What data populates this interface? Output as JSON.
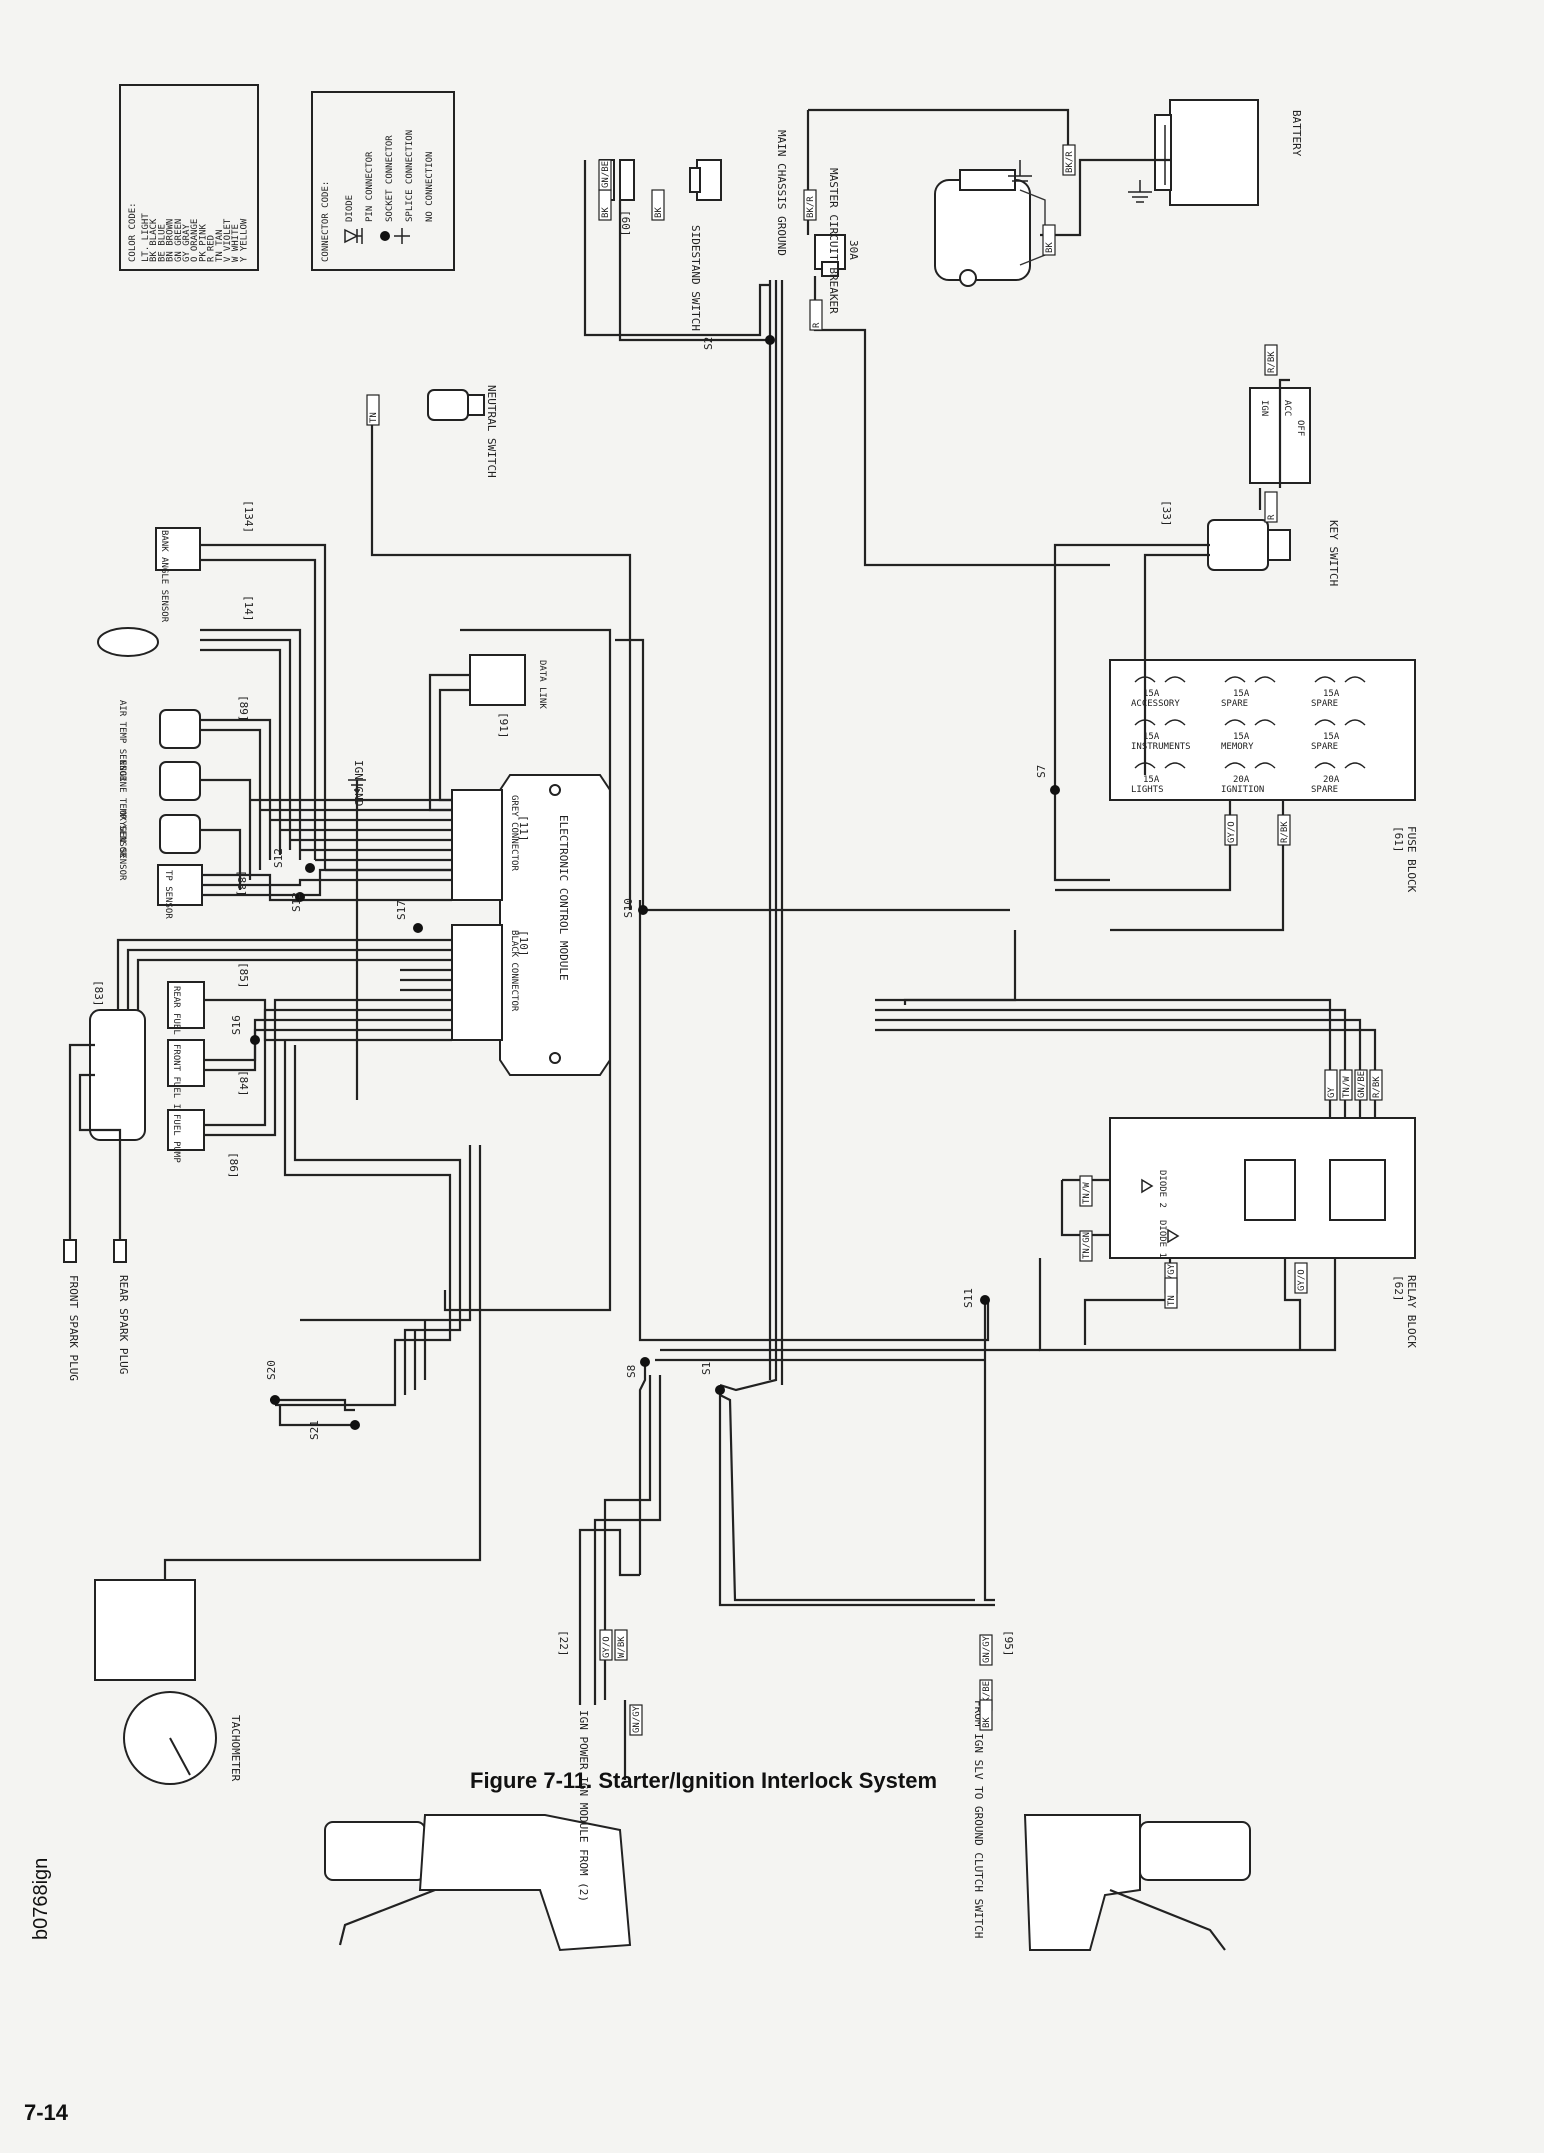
{
  "caption": "Figure 7-11. Starter/Ignition Interlock System",
  "page_number": "7-14",
  "file_id": "b0768ign",
  "color_code": {
    "title": "COLOR CODE:",
    "entries": [
      "LT. LIGHT",
      "BK BLACK",
      "BE BLUE",
      "BN BROWN",
      "GN GREEN",
      "GY GRAY",
      "O ORANGE",
      "PK PINK",
      "R RED",
      "TN TAN",
      "V VIOLET",
      "W WHITE",
      "Y YELLOW"
    ]
  },
  "connector_code": {
    "title": "CONNECTOR CODE:",
    "entries": [
      "DIODE",
      "PIN CONNECTOR",
      "SOCKET CONNECTOR",
      "SPLICE CONNECTION",
      "NO CONNECTION"
    ]
  },
  "components": {
    "battery": "BATTERY",
    "master_breaker": "MASTER CIRCUIT BREAKER",
    "breaker_rating": "30A",
    "sidestand": "SIDESTAND SWITCH",
    "sidestand_ref": "[60]",
    "main_ground": "MAIN CHASSIS GROUND",
    "neutral": "NEUTRAL SWITCH",
    "key_switch": "KEY SWITCH",
    "key_switch_ref": "[33]",
    "key_ign": "IGN",
    "key_acc": "ACC",
    "key_off": "OFF",
    "fuse_block": "FUSE BLOCK",
    "fuse_block_ref": "[61]",
    "relay_block": "RELAY BLOCK",
    "relay_block_ref": "[62]",
    "diode1": "DIODE 1",
    "diode2": "DIODE 2",
    "ecm": "ELECTRONIC CONTROL MODULE",
    "ecm_ref": "[11]",
    "grey_connector": "GREY CONNECTOR",
    "black_connector": "BLACK CONNECTOR",
    "black_connector_ref": "[10]",
    "data_link": "DATA LINK",
    "data_link_ref": "[91]",
    "ign_gnd": "IGN GND",
    "bank_angle": "BANK ANGLE SENSOR",
    "bank_angle_ref": "[134]",
    "map_sensor_ref": "[14]",
    "air_temp": "AIR TEMP SENSOR",
    "air_temp_ref": "[89]",
    "engine_temp": "ENGINE TEMP SENSOR",
    "oxygen": "OXYGEN SENSOR",
    "tp_sensor": "TP SENSOR",
    "tp_sensor_ref": "[88]",
    "ign_coil_ref": "[83]",
    "rear_injector": "REAR FUEL INJ",
    "rear_injector_ref": "[85]",
    "front_injector": "FRONT FUEL INJ",
    "front_injector_ref": "[84]",
    "fuel_pump": "FUEL PUMP",
    "fuel_pump_ref": "[86]",
    "front_plug": "FRONT SPARK PLUG",
    "rear_plug": "REAR SPARK PLUG",
    "tachometer": "TACHOMETER",
    "ign_module": "IGN POWER IGN MODULE FROM (2)",
    "ign_module_ref": "[22]",
    "clutch_switch": "FROM IGN SLV TO GROUND CLUTCH SWITCH",
    "clutch_ref": "[95]"
  },
  "fuses": [
    {
      "name": "ACCESSORY",
      "rating": "15A"
    },
    {
      "name": "SPARE",
      "rating": "15A"
    },
    {
      "name": "SPARE",
      "rating": "15A"
    },
    {
      "name": "INSTRUMENTS",
      "rating": "15A"
    },
    {
      "name": "MEMORY",
      "rating": "15A"
    },
    {
      "name": "SPARE",
      "rating": "15A"
    },
    {
      "name": "LIGHTS",
      "rating": "15A"
    },
    {
      "name": "IGNITION",
      "rating": "20A"
    },
    {
      "name": "SPARE",
      "rating": "20A"
    }
  ],
  "splices": [
    "S1",
    "S2",
    "S7",
    "S8",
    "S10",
    "S11",
    "S12",
    "S13",
    "S16",
    "S17",
    "S20",
    "S21"
  ],
  "wire_labels": {
    "battery_pos": "BK/R",
    "battery_neg": "BK",
    "breaker_out": "R",
    "breaker_in": "BK/R",
    "sidestand_a": "BK",
    "sidestand_b": "GN/BE",
    "sidestand_c": "BK",
    "neutral": "TN",
    "key_a": "R/BK",
    "key_b": "R",
    "fuse_ign": "GY/O",
    "fuse_right": "R/BK",
    "relay_a": "GY",
    "relay_b": "TN/W",
    "relay_c": "GN/BE",
    "relay_d": "R/BK",
    "diode2_in": "TN/W",
    "diode1_in": "TN/GN",
    "relay_e": "GN/GY",
    "relay_f": "TN",
    "relay_g": "GY/O",
    "clutch_a": "GN/GY",
    "clutch_b": "BK/BE",
    "clutch_c": "BK",
    "ign_a": "GY/O",
    "ign_b": "W/BK",
    "ign_c": "GN/GY"
  }
}
